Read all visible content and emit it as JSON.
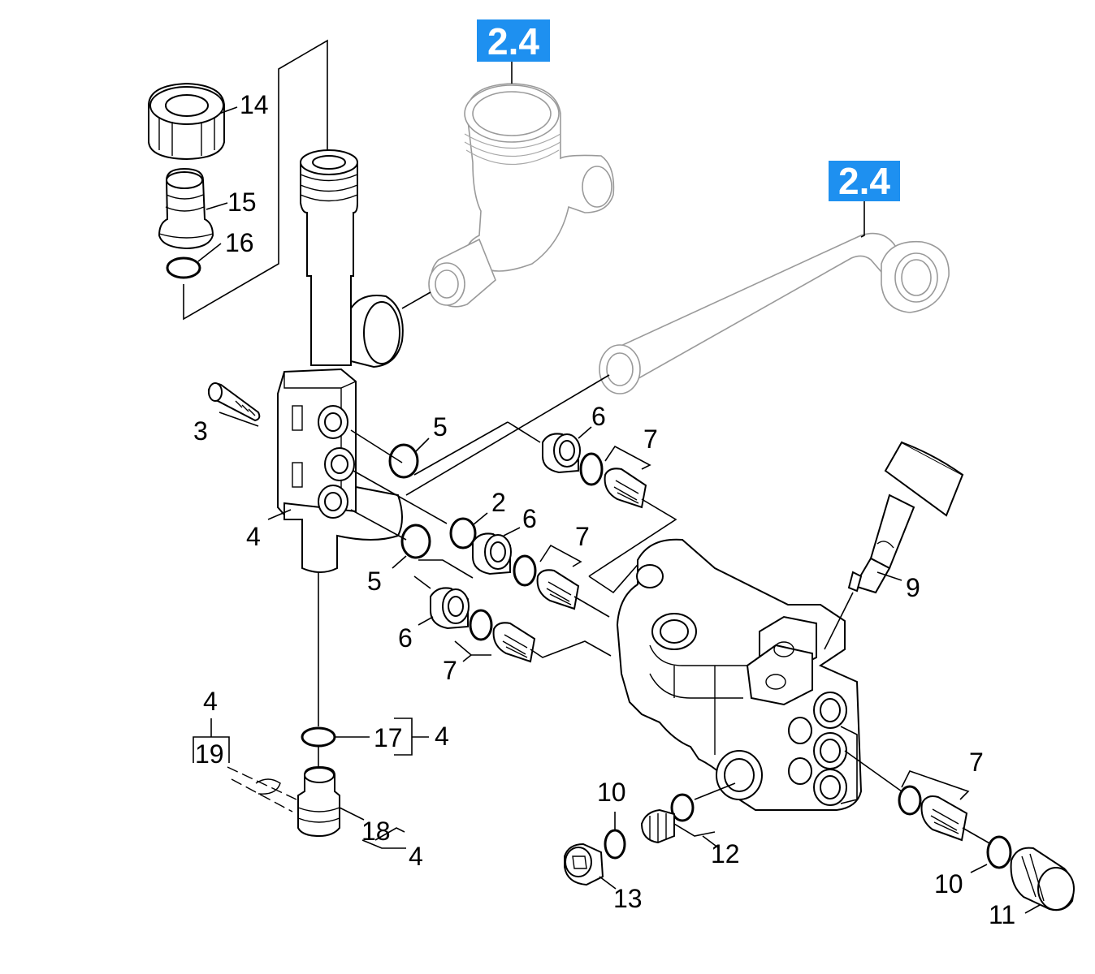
{
  "reference_badges": [
    {
      "text": "2.4",
      "color": "#1e90f0"
    },
    {
      "text": "2.4",
      "color": "#1e90f0"
    }
  ],
  "part_labels": {
    "p14": "14",
    "p15": "15",
    "p16": "16",
    "p3": "3",
    "p4a": "4",
    "p5a": "5",
    "p5b": "5",
    "p6a": "6",
    "p6b": "6",
    "p6c": "6",
    "p7a": "7",
    "p7b": "7",
    "p7c": "7",
    "p7d": "7",
    "p2": "2",
    "p9": "9",
    "p4b": "4",
    "p19": "19",
    "p17": "17",
    "p4c": "4",
    "p18": "18",
    "p4d": "4",
    "p10a": "10",
    "p10b": "10",
    "p12": "12",
    "p13": "13",
    "p11": "11"
  },
  "colors": {
    "badge": "#1e90f0",
    "line": "#000000",
    "ghost": "#9a9a9a"
  }
}
